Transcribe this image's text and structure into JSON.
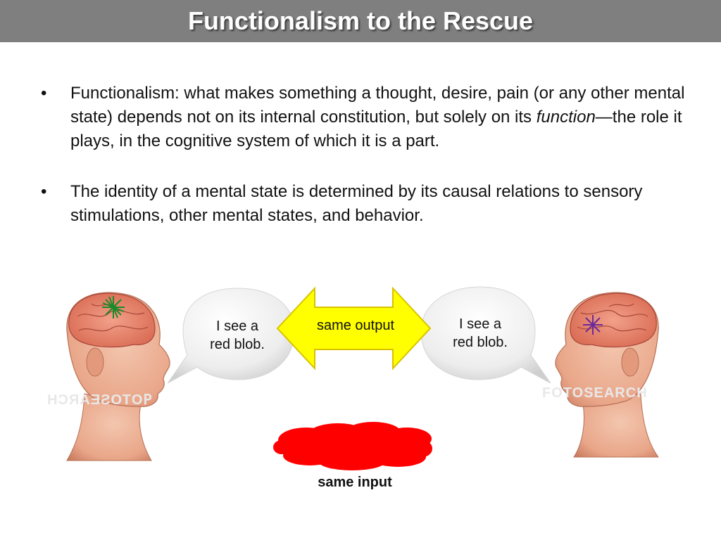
{
  "slide": {
    "title": "Functionalism to the Rescue"
  },
  "bullets": {
    "marker": "•",
    "item1": {
      "before": "Functionalism: what makes something a thought, desire, pain (or any other mental state) depends not on its internal constitution, but solely on its ",
      "emphasis": "function",
      "after": "—the role it plays, in the cognitive system of which it is a part."
    },
    "item2": {
      "text": "The identity of a mental state is determined by its causal relations to sensory stimulations, other mental states, and behavior."
    }
  },
  "figure": {
    "left_bubble": {
      "line1": "I see a",
      "line2": "red blob."
    },
    "right_bubble": {
      "line1": "I see a",
      "line2": "red blob."
    },
    "arrow_label": "same output",
    "input_label": "same input",
    "watermark_left": "ꟼOTOSEARCH",
    "watermark_right": "FOTOSEARCH",
    "colors": {
      "title_bar": "#7f7f7f",
      "arrow_fill": "#ffff00",
      "arrow_stroke": "#e0c000",
      "blob": "#ff0000",
      "brain": "#e8846a",
      "skin": "#ecae93",
      "star_left": "#1a8a2a",
      "star_right": "#6a2a9a"
    }
  }
}
